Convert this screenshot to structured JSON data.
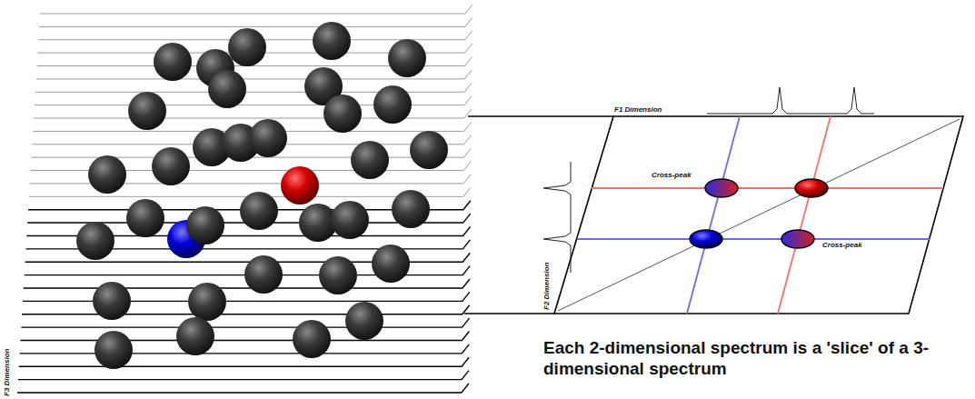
{
  "diagram": {
    "caption": "Each 2-dimensional spectrum is a 'slice' of a 3-dimensional spectrum",
    "labels": [
      "F1 Dimension",
      "F2 Dimension",
      "F3 Dimension",
      "Cross-peak",
      "Cross-peak"
    ]
  }
}
